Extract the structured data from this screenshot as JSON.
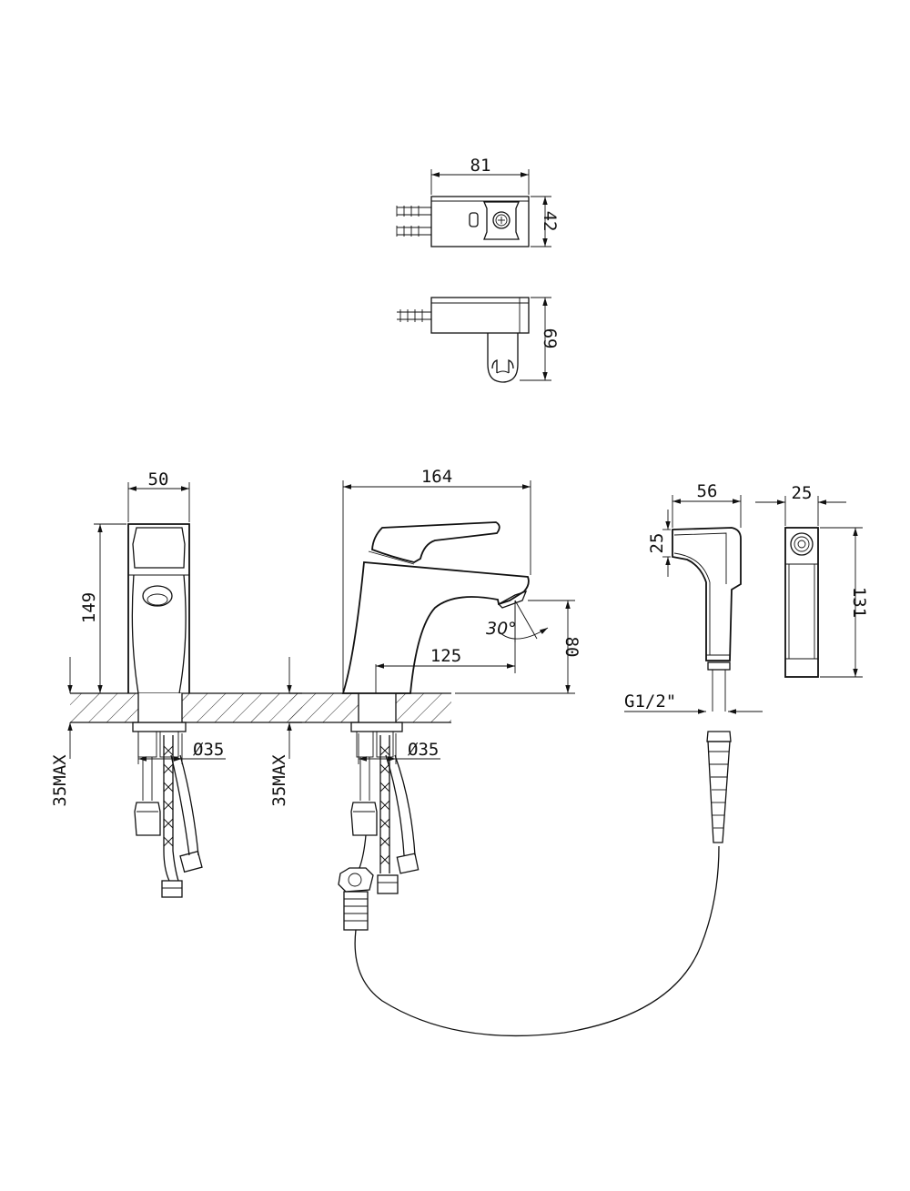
{
  "dimensions": {
    "top_width": "81",
    "top_height": "42",
    "side_height": "69",
    "faucet_front_width": "50",
    "faucet_height": "149",
    "faucet_side_width": "164",
    "spout_reach": "125",
    "spout_height": "80",
    "spout_angle": "30°",
    "hole_diameter_front": "Ø35",
    "hole_diameter_side": "Ø35",
    "counter_thickness_front": "35MAX",
    "counter_thickness_side": "35MAX",
    "shower_width": "56",
    "shower_head_depth": "25",
    "shower_side_width": "25",
    "shower_length": "131",
    "hose_thread": "G1/2\""
  },
  "colors": {
    "line": "#111111",
    "background": "#ffffff"
  }
}
